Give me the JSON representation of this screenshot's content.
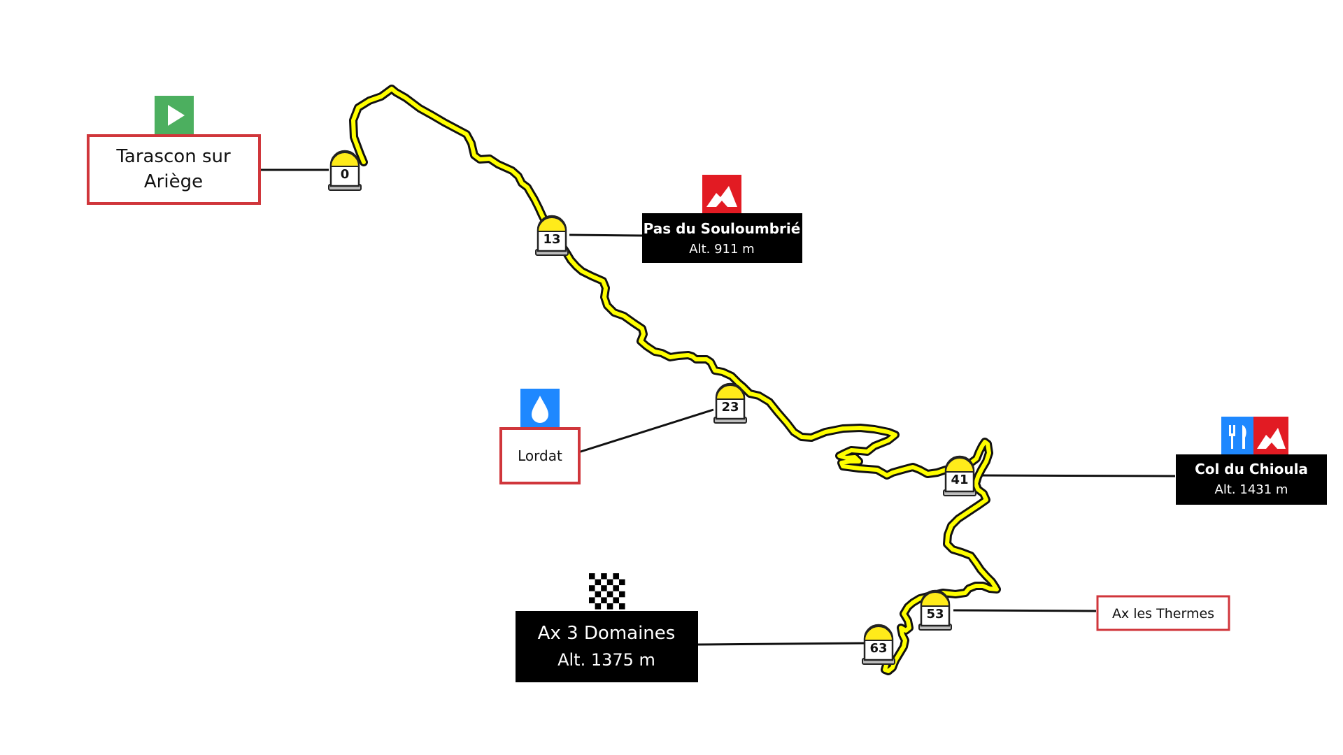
{
  "start": {
    "name": "Tarascon sur Ariège",
    "name_line1": "Tarascon sur",
    "name_line2": "Ariège",
    "icon": "play-icon",
    "icon_color": "#4caf5f",
    "border_color": "#d0363b"
  },
  "finish": {
    "name": "Ax 3 Domaines",
    "altitude": "Alt. 1375 m",
    "icon": "checkered-flag-icon"
  },
  "cols": [
    {
      "name": "Pas du Souloumbrié",
      "altitude": "Alt. 911 m",
      "icon": "mountain-icon"
    },
    {
      "name": "Col du Chioula",
      "altitude": "Alt. 1431 m",
      "icons": [
        "restaurant-icon",
        "mountain-icon"
      ]
    }
  ],
  "towns": [
    {
      "name": "Lordat",
      "icon": "water-drop-icon"
    },
    {
      "name": "Ax les Thermes"
    }
  ],
  "milestones": [
    {
      "km": "0"
    },
    {
      "km": "13"
    },
    {
      "km": "23"
    },
    {
      "km": "41"
    },
    {
      "km": "53"
    },
    {
      "km": "63"
    }
  ],
  "colors": {
    "route": "#ffff00",
    "route_outline": "#111111",
    "milestone_top": "#ffeb1a",
    "mountain_badge": "#e21b23",
    "water_badge": "#1e88ff",
    "restaurant_badge": "#1e88ff",
    "start_badge": "#4caf5f",
    "town_border": "#d0363b",
    "col_box": "#000000"
  }
}
